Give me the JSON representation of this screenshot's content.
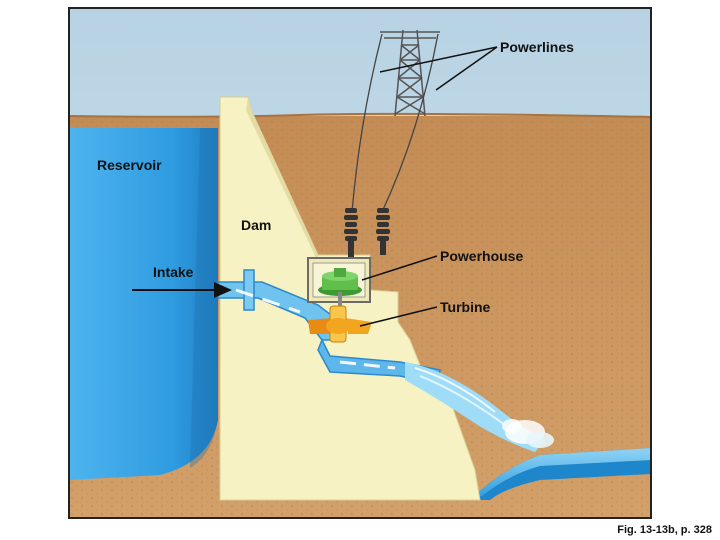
{
  "labels": {
    "powerlines": "Powerlines",
    "reservoir": "Reservoir",
    "dam": "Dam",
    "intake": "Intake",
    "powerhouse": "Powerhouse",
    "turbine": "Turbine"
  },
  "caption": "Fig. 13-13b, p. 328",
  "colors": {
    "sky": "#c5dce9",
    "ground": "#c9955f",
    "water": "#3aa6e6",
    "dam": "#f7f2c3",
    "generator": "#5fbf4a",
    "turbine": "#f2a51e",
    "insulator": "#333333"
  }
}
